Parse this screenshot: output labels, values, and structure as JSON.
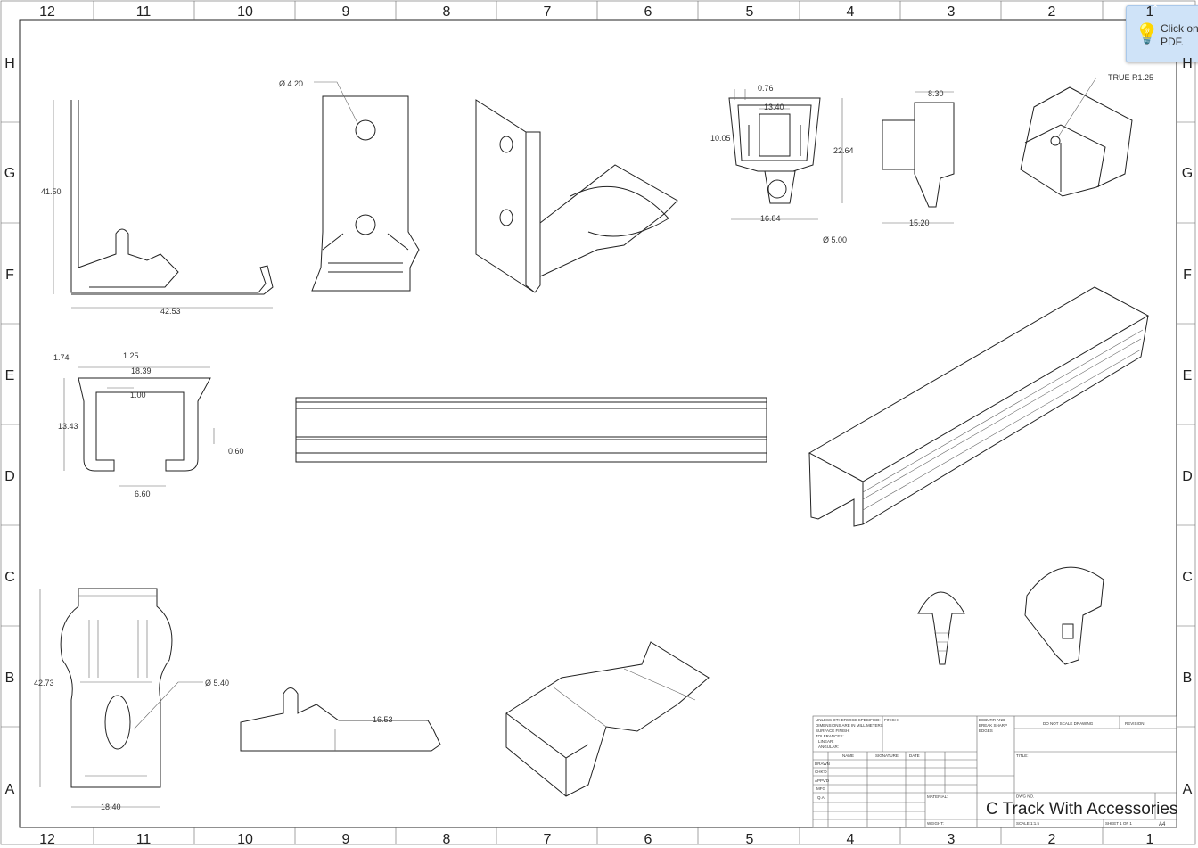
{
  "sheet": {
    "columns": [
      "12",
      "11",
      "10",
      "9",
      "8",
      "7",
      "6",
      "5",
      "4",
      "3",
      "2",
      "1"
    ],
    "rows": [
      "H",
      "G",
      "F",
      "E",
      "D",
      "C",
      "B",
      "A"
    ]
  },
  "dimensions": {
    "bracket_height": "41.50",
    "bracket_width": "42.53",
    "hole_dia": "Ø 4.20",
    "clip_top": "0.76",
    "clip_inner": "13.40",
    "clip_left": "10.05",
    "clip_height": "22.64",
    "clip_width": "16.84",
    "clip_hole": "Ø 5.00",
    "side_top": "8.30",
    "side_bottom": "15.20",
    "true_radius": "TRUE R1.25",
    "track_a": "1.74",
    "track_b": "1.25",
    "track_c": "18.39",
    "track_d": "1.00",
    "track_e": "13.43",
    "track_f": "0.60",
    "track_g": "6.60",
    "carrier_height": "42.73",
    "carrier_hole": "Ø 5.40",
    "carrier_width": "18.40",
    "carrier_side": "16.53"
  },
  "title_block": {
    "notes": [
      "UNLESS OTHERWISE SPECIFIED:",
      "DIMENSIONS ARE IN MILLIMETERS",
      "SURFACE FINISH:",
      "TOLERANCES:",
      "LINEAR:",
      "ANGULAR:"
    ],
    "finish": "FINISH:",
    "deburr": [
      "DEBURR AND",
      "BREAK SHARP",
      "EDGES"
    ],
    "do_not_scale": "DO NOT SCALE DRAWING",
    "revision": "REVISION",
    "headers": [
      "NAME",
      "SIGNATURE",
      "DATE"
    ],
    "roles": [
      "DRAWN",
      "CHK'D",
      "APPV'D",
      "MFG",
      "Q.A"
    ],
    "title_label": "TITLE:",
    "material": "MATERIAL:",
    "dwg_no": "DWG NO.",
    "size": "A4",
    "weight": "WEIGHT:",
    "scale": "SCALE:1:1.5",
    "sheet": "SHEET 1 OF 1",
    "drawing_title": "C Track With Accessories"
  },
  "tooltip": {
    "text_line1": "Click on",
    "text_line2": "PDF."
  }
}
